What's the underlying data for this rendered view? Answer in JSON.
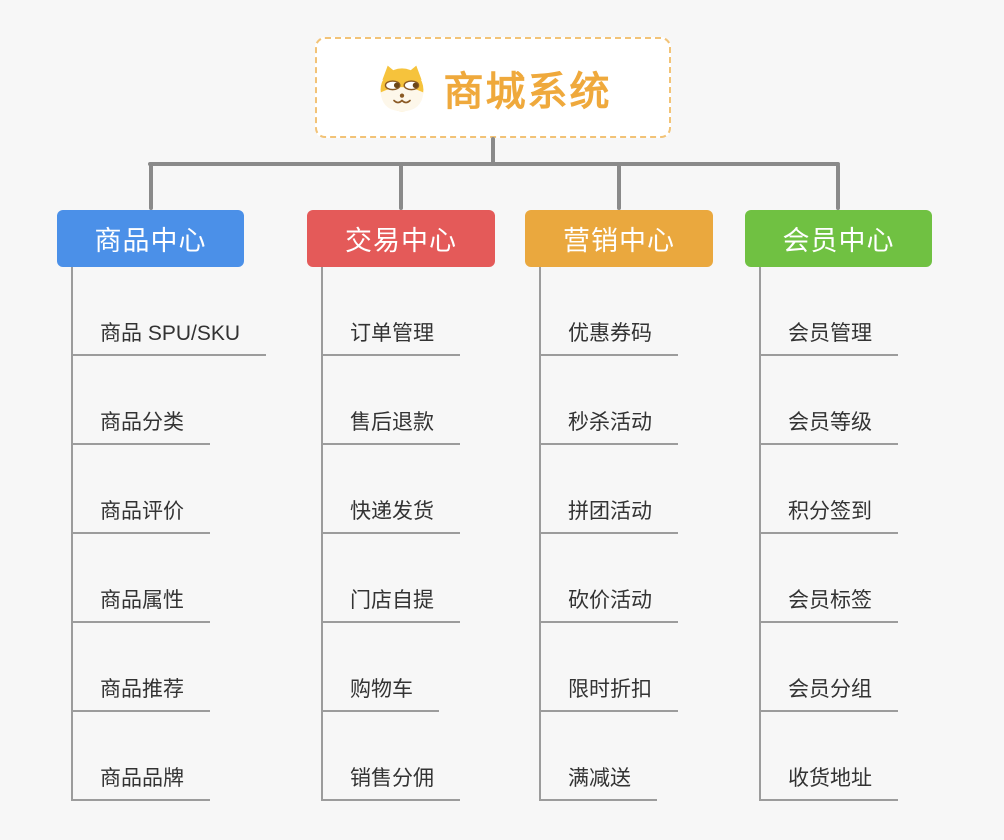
{
  "canvas": {
    "background_color": "#f7f7f7",
    "connector_color": "#8a8a8a",
    "leaf_line_color": "#9c9c9c"
  },
  "root": {
    "title": "商城系统",
    "icon": "shiba-dog-icon",
    "text_color": "#efa93c",
    "border_color": "#f2c377",
    "background_color": "#ffffff"
  },
  "branches": [
    {
      "label": "商品中心",
      "color": "#4b90e8",
      "items": [
        "商品 SPU/SKU",
        "商品分类",
        "商品评价",
        "商品属性",
        "商品推荐",
        "商品品牌"
      ]
    },
    {
      "label": "交易中心",
      "color": "#e45a59",
      "items": [
        "订单管理",
        "售后退款",
        "快递发货",
        "门店自提",
        "购物车",
        "销售分佣"
      ]
    },
    {
      "label": "营销中心",
      "color": "#eaa83e",
      "items": [
        "优惠券码",
        "秒杀活动",
        "拼团活动",
        "砍价活动",
        "限时折扣",
        "满减送"
      ]
    },
    {
      "label": "会员中心",
      "color": "#70c142",
      "items": [
        "会员管理",
        "会员等级",
        "积分签到",
        "会员标签",
        "会员分组",
        "收货地址"
      ]
    }
  ]
}
